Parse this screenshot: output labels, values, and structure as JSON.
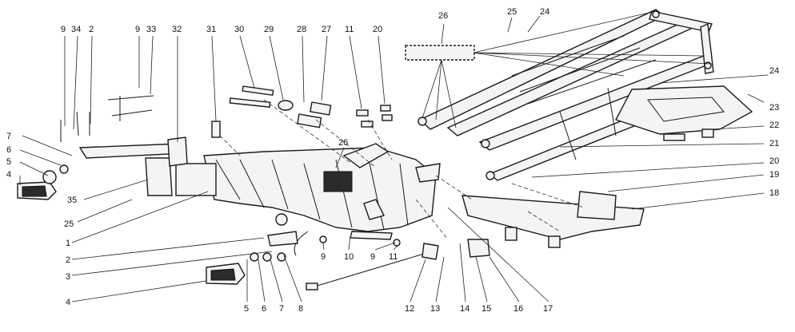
{
  "diagram": {
    "callouts": {
      "c_9a": "9",
      "c_34": "34",
      "c_2a": "2",
      "c_9b": "9",
      "c_33": "33",
      "c_32": "32",
      "c_31": "31",
      "c_30": "30",
      "c_29": "29",
      "c_28": "28",
      "c_27": "27",
      "c_11a": "11",
      "c_20a": "20",
      "c_26a": "26",
      "c_25a": "25",
      "c_24a": "24",
      "c_7a": "7",
      "c_6a": "6",
      "c_5a": "5",
      "c_4a": "4",
      "c_35": "35",
      "c_25b": "25",
      "c_1": "1",
      "c_2b": "2",
      "c_3": "3",
      "c_4b": "4",
      "c_26b": "26",
      "c_24b": "24",
      "c_23": "23",
      "c_22": "22",
      "c_21": "21",
      "c_20b": "20",
      "c_19": "19",
      "c_18": "18",
      "c_5b": "5",
      "c_6b": "6",
      "c_7b": "7",
      "c_8": "8",
      "c_9c": "9",
      "c_10": "10",
      "c_9d": "9",
      "c_11b": "11",
      "c_12": "12",
      "c_13": "13",
      "c_14": "14",
      "c_15": "15",
      "c_16": "16",
      "c_17": "17"
    }
  }
}
